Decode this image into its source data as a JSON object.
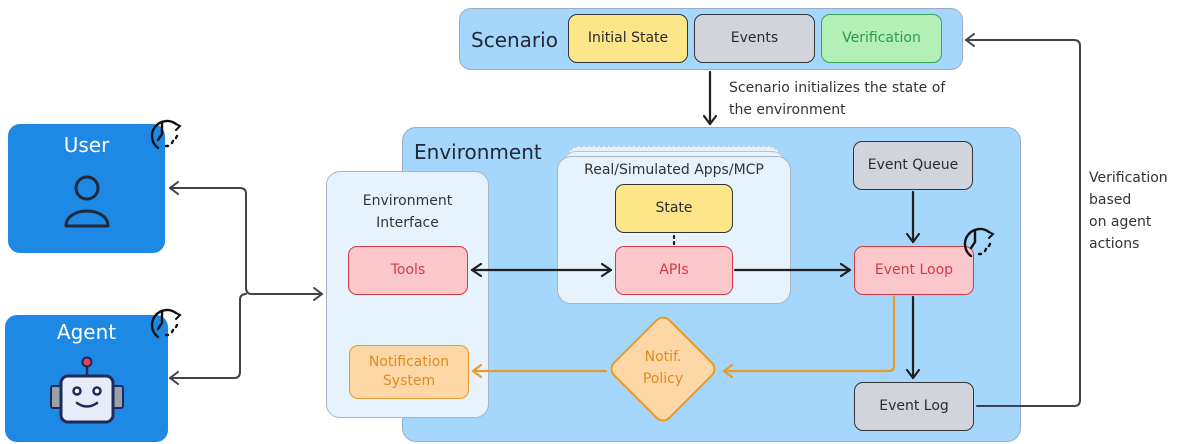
{
  "scenario": {
    "title": "Scenario",
    "items": [
      {
        "label": "Initial State",
        "color": "#fde68a"
      },
      {
        "label": "Events",
        "color": "#d1d5db"
      },
      {
        "label": "Verification",
        "color": "#b3f0b8",
        "text_color": "#2f9a44"
      }
    ],
    "init_note_line1": "Scenario initializes the state of",
    "init_note_line2": "the environment"
  },
  "actors": {
    "user": {
      "label": "User",
      "icon": "user-icon"
    },
    "agent": {
      "label": "Agent",
      "icon": "robot-icon"
    }
  },
  "environment": {
    "title": "Environment",
    "interface": {
      "title_line1": "Environment",
      "title_line2": "Interface",
      "tools": "Tools",
      "notification_line1": "Notification",
      "notification_line2": "System"
    },
    "apps": {
      "title": "Real/Simulated Apps/MCP",
      "state": "State",
      "apis": "APIs"
    },
    "policy_line1": "Notif.",
    "policy_line2": "Policy",
    "event_queue": "Event Queue",
    "event_loop": "Event Loop",
    "event_log": "Event Log"
  },
  "verification_note": [
    "Verification",
    "based",
    "on agent",
    "actions"
  ],
  "colors": {
    "actor_blue": "#1e88e5",
    "env_blue": "#a5d6fb",
    "panel_light": "#e6f3fd",
    "red_fill": "#fcc7cb",
    "red_text": "#d33a48",
    "orange": "#e89a2c",
    "orange_fill": "#fdd8a6",
    "gray_fill": "#d1d5db"
  }
}
